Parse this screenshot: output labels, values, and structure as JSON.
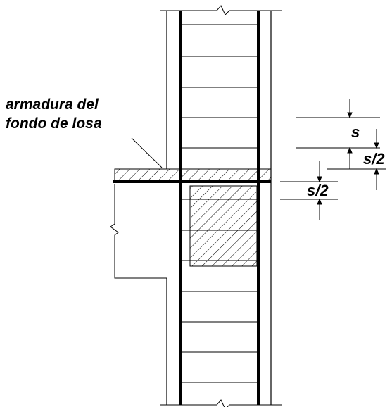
{
  "labels": {
    "slab_bottom_reinforcement_line1": "armadura del",
    "slab_bottom_reinforcement_line2": "fondo de losa",
    "dimension_s": "s",
    "dimension_s_half_right": "s/2",
    "dimension_s_half_left": "s/2"
  },
  "colors": {
    "line": "#000000",
    "background": "#ffffff"
  }
}
